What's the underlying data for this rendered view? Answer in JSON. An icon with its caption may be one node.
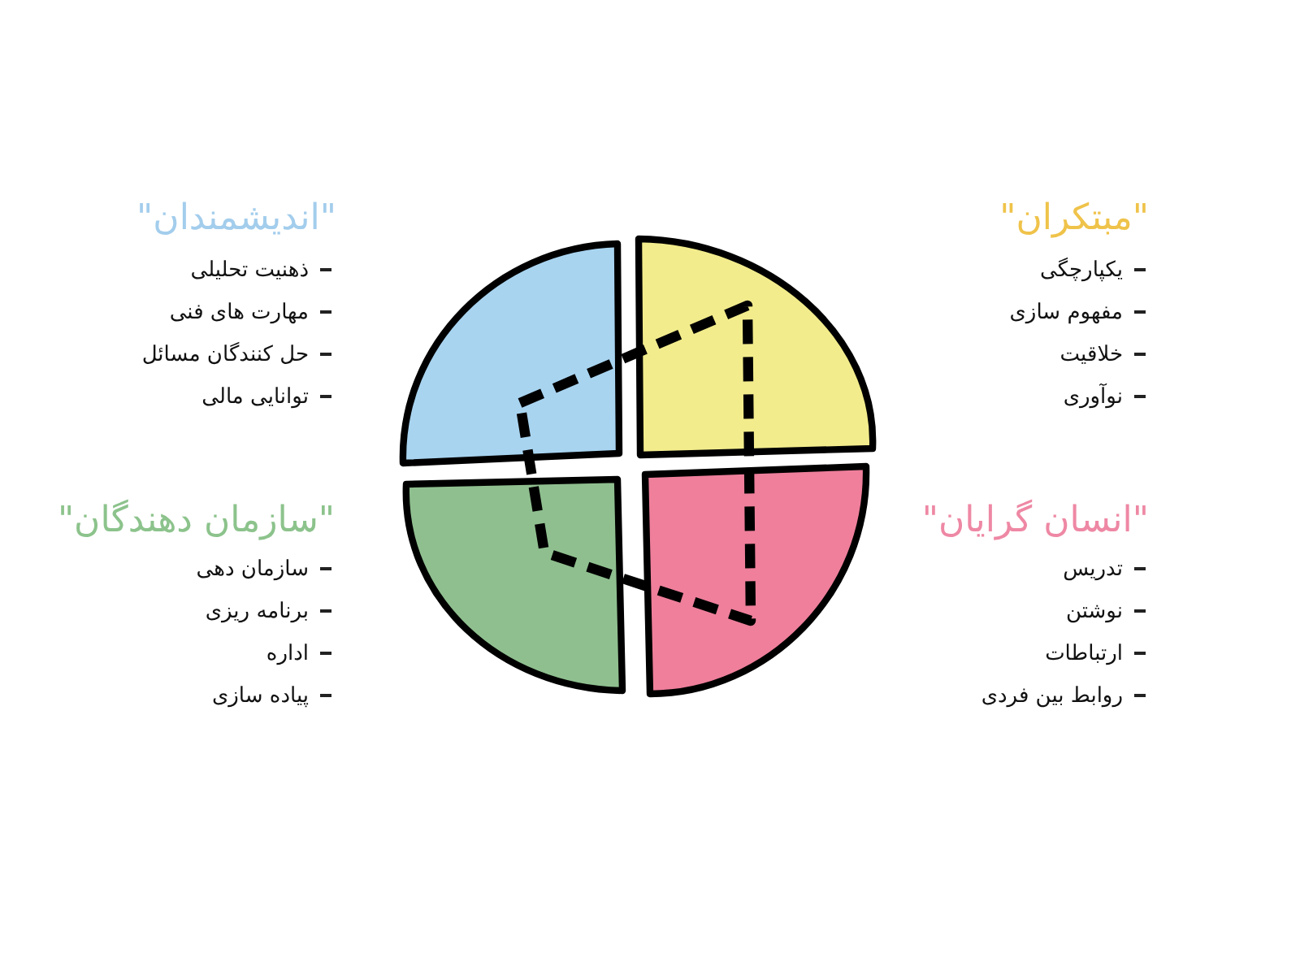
{
  "diagram": {
    "nodes": [
      {
        "text": [],
        "shape": "quadrant",
        "beside": [
          "\"اندیشمندان\"",
          "ذهنیت تحلیلی",
          "مهارت های فنی",
          "حل کنندگان مسائل",
          "توانایی مالی"
        ]
      },
      {
        "text": [],
        "shape": "quadrant",
        "beside": [
          "\"مبتکران\"",
          "یکپارچگی",
          "مفهوم سازی",
          "خلاقیت",
          "نوآوری"
        ]
      },
      {
        "text": [],
        "shape": "quadrant",
        "beside": [
          "\"سازمان دهندگان\"",
          "سازمان دهی",
          "برنامه ریزی",
          "اداره",
          "پیاده سازی"
        ]
      },
      {
        "text": [],
        "shape": "quadrant",
        "beside": [
          "\"انسان گرایان\"",
          "تدریس",
          "نوشتن",
          "ارتباطات",
          "روابط بین فردی"
        ]
      },
      {
        "text": [],
        "shape": "polygon"
      }
    ]
  }
}
